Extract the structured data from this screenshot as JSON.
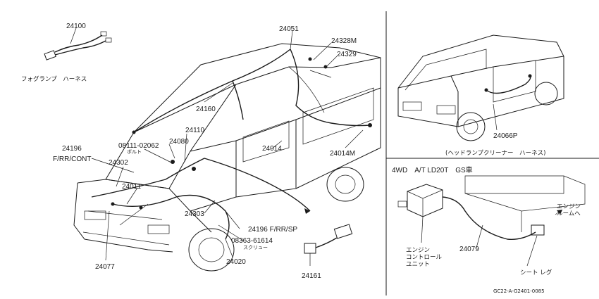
{
  "fog_lamp_harness": {
    "part": "24100",
    "caption": "フォグランプ　ハーネス"
  },
  "main_parts": {
    "p24051": "24051",
    "p24328M": "24328M",
    "p24329": "24329",
    "p24160": "24160",
    "p24110": "24110",
    "p24080": "24080",
    "bolt_num": "08111-02062",
    "bolt_label": "ボルト",
    "p24196a": "24196",
    "p24196a_sub": "F/RR/CONT",
    "p24302": "24302",
    "p24011": "24011",
    "p24014": "24014",
    "p24014M": "24014M",
    "p24303": "24303",
    "screw_num": "08363-61614",
    "screw_label": "スクリュー",
    "p24196b": "24196 F/RR/SP",
    "p24020": "24020",
    "p24077": "24077",
    "p24161": "24161"
  },
  "headlamp_cleaner": {
    "part": "24066P",
    "caption": "(ヘッドランプクリーナー　ハーネス)"
  },
  "engine_control": {
    "title": "4WD　A/T LD20T　GS車",
    "part": "24079",
    "unit_line1": "エンジン",
    "unit_line2": "コントロール",
    "unit_line3": "ユニット",
    "room_line1": "エンジン",
    "room_line2": "ルームへ",
    "seat_leg": "シート レグ"
  },
  "drawing_code": "GC22-A-G2401-0085"
}
